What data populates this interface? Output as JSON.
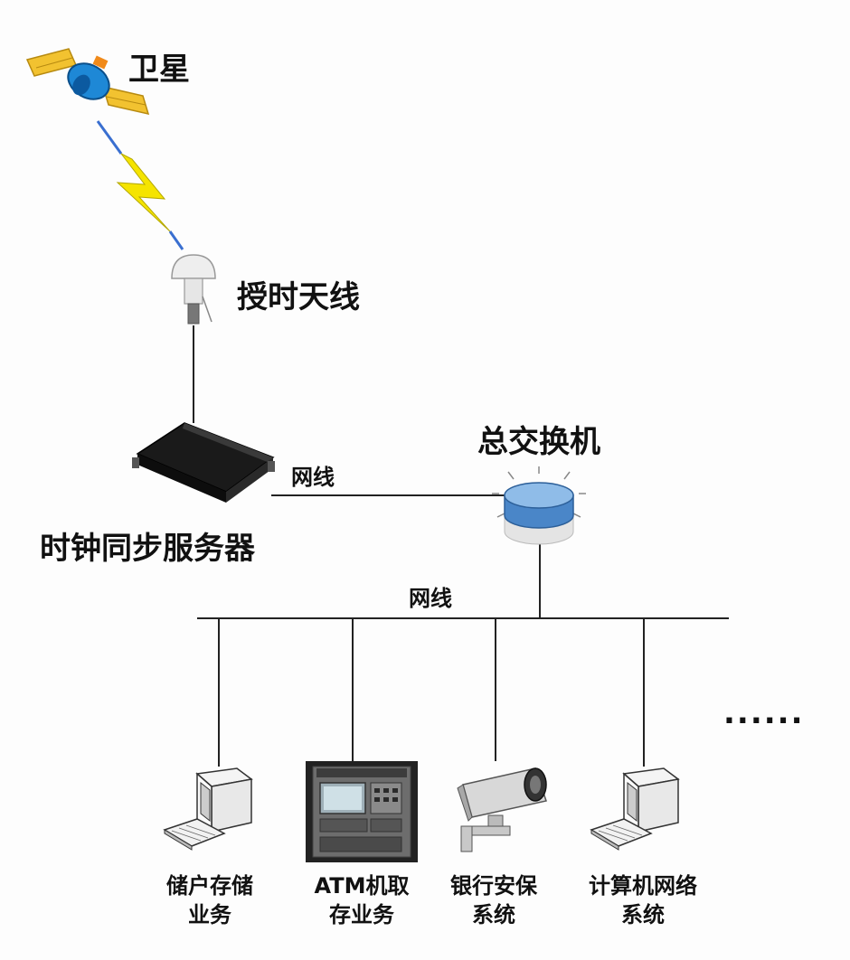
{
  "labels": {
    "satellite": "卫星",
    "antenna": "授时天线",
    "main_switch": "总交换机",
    "cable_1": "网线",
    "cable_2": "网线",
    "clock_server": "时钟同步服务器",
    "ellipsis": "......"
  },
  "endpoints": [
    {
      "line1": "储户存储",
      "line2": "业务"
    },
    {
      "line1": "ATM机取",
      "line2": "存业务"
    },
    {
      "line1": "银行安保",
      "line2": "系统"
    },
    {
      "line1": "计算机网络",
      "line2": "系统"
    }
  ],
  "colors": {
    "lightning": "#f5e400",
    "satellite_blue": "#1e88d6",
    "switch_blue": "#5a9bd8",
    "line": "#222222"
  },
  "icons": [
    "satellite-icon",
    "lightning-icon",
    "antenna-icon",
    "server-icon",
    "switch-icon",
    "pc-icon",
    "atm-icon",
    "camera-icon",
    "pc-icon"
  ]
}
